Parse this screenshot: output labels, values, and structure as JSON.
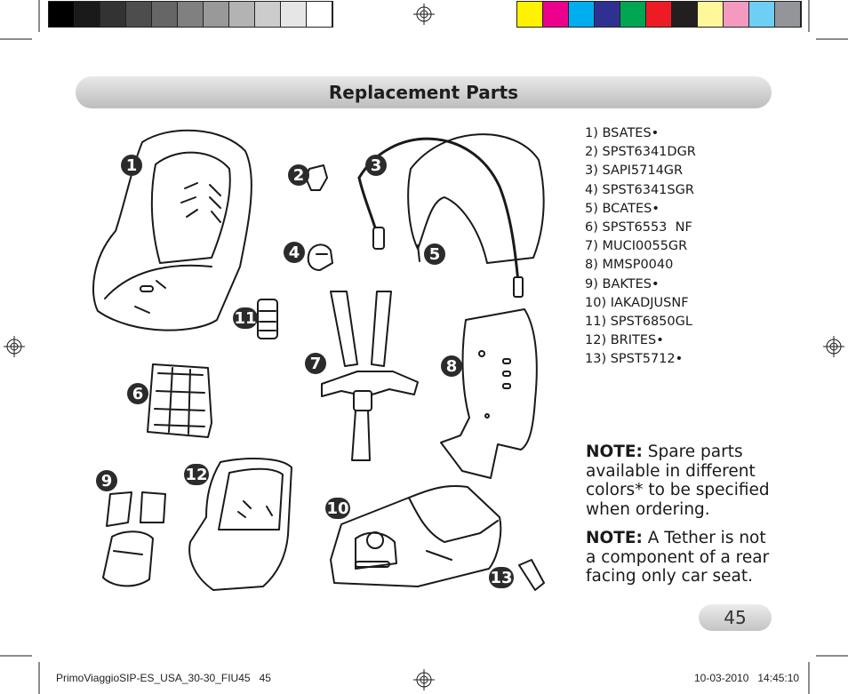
{
  "print_marks": {
    "gray_swatches": [
      "#000000",
      "#1a1a1a",
      "#333333",
      "#4d4d4d",
      "#666666",
      "#808080",
      "#999999",
      "#b3b3b3",
      "#cccccc",
      "#e6e6e6",
      "#ffffff"
    ],
    "color_swatches": [
      "#fff200",
      "#ec008c",
      "#00aeef",
      "#2e3192",
      "#00a651",
      "#ed1c24",
      "#231f20",
      "#fff799",
      "#f49ac1",
      "#6dcff6",
      "#939598"
    ]
  },
  "header": {
    "title": "Replacement Parts"
  },
  "parts": [
    "1) BSATES•",
    "2) SPST6341DGR",
    "3) SAPI5714GR",
    "4) SPST6341SGR",
    "5) BCATES•",
    "6) SPST6553  NF",
    "7) MUCI0055GR",
    "8) MMSP0040",
    "9) BAKTES•",
    "10) IAKADJUSNF",
    "11) SPST6850GL",
    "12) BRITES•",
    "13) SPST5712•"
  ],
  "callouts": [
    "1",
    "2",
    "3",
    "4",
    "5",
    "6",
    "7",
    "8",
    "9",
    "10",
    "11",
    "12",
    "13"
  ],
  "notes": [
    {
      "label": "NOTE:",
      "text": " Spare parts available in different colors* to be specified when ordering."
    },
    {
      "label": "NOTE:",
      "text": " A Tether is not a component of a rear facing only car seat."
    }
  ],
  "page_number": "45",
  "footer": {
    "left": "PrimoViaggioSIP-ES_USA_30-30_FIU45   45",
    "right": "10-03-2010   14:45:10"
  },
  "colors": {
    "title_bar": "#cfcfcf",
    "callout_fill": "#2b2b2b",
    "line_art": "#1a1a1a"
  }
}
